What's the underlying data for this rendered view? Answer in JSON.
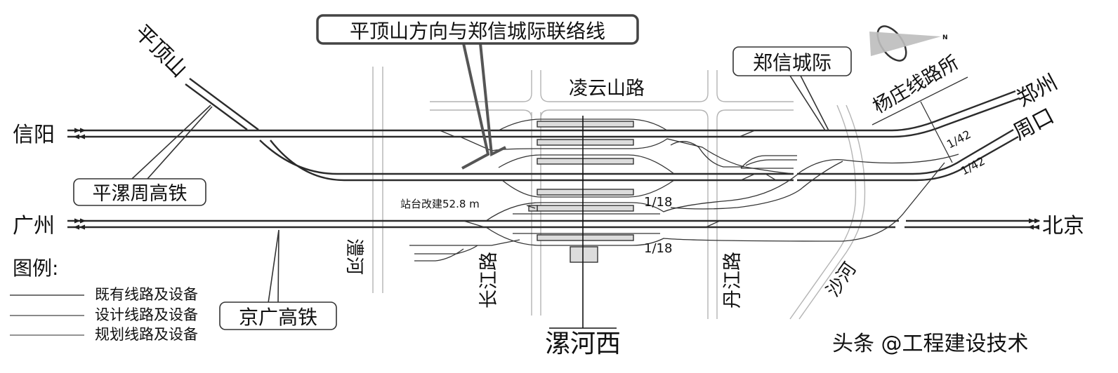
{
  "title": "漯河西站线路示意图",
  "callouts": {
    "pingdingshan_link": "平顶山方向与郑信城际联络线",
    "zhengxin_intercity": "郑信城际",
    "pingluozhou_hsr": "平漯周高铁",
    "jingguang_hsr": "京广高铁"
  },
  "directions": {
    "pingdingshan": "平顶山",
    "xinyang": "信阳",
    "guangzhou": "广州",
    "zhengzhou": "郑州",
    "zhoukou": "周口",
    "beijing": "北京"
  },
  "roads": {
    "lingyunshan": "凌云山路",
    "changjiang": "长江路",
    "danjiang": "丹江路",
    "lihe": "澧河",
    "shahe": "沙河"
  },
  "station": {
    "name": "漯河西",
    "platform_note": "站台改建52.8 m",
    "turnout_upper": "1/18",
    "turnout_lower": "1/18"
  },
  "junction": {
    "name": "杨庄线路所",
    "turnout_a": "1/42",
    "turnout_b": "1/42"
  },
  "compass": {
    "north_label": "N"
  },
  "legend": {
    "title": "图例:",
    "items": [
      {
        "label": "既有线路及设备",
        "color": "#222222"
      },
      {
        "label": "设计线路及设备",
        "color": "#444444"
      },
      {
        "label": "规划线路及设备",
        "color": "#555555"
      }
    ]
  },
  "watermark": "头条 @工程建设技术"
}
